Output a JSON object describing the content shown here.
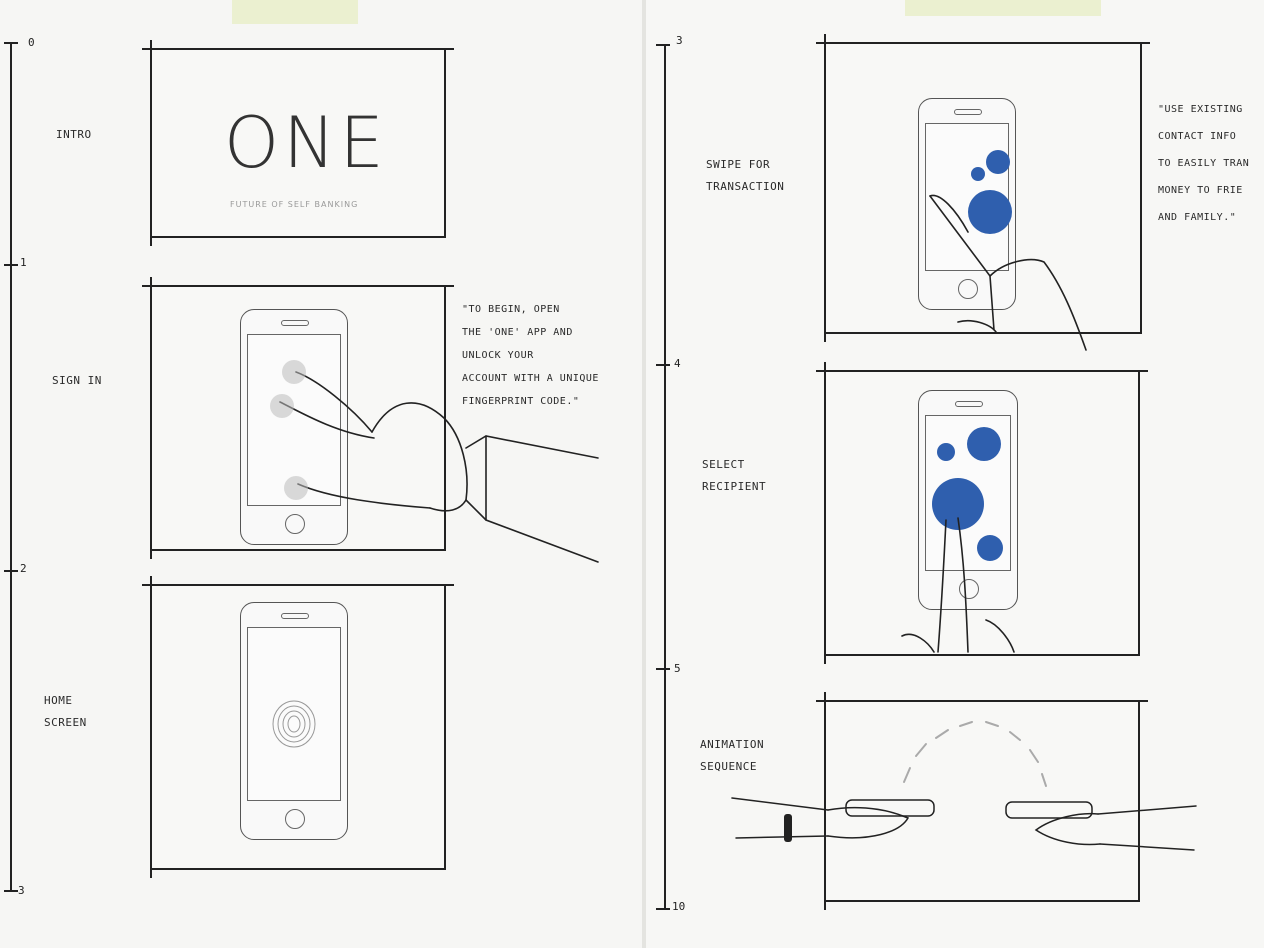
{
  "timeline": {
    "left_marks": [
      "0",
      "1",
      "2",
      "3"
    ],
    "right_marks": [
      "3",
      "4",
      "5",
      "10"
    ]
  },
  "frames": [
    {
      "label": "INTRO",
      "logo": "ONE",
      "subtitle": "FUTURE OF SELF BANKING"
    },
    {
      "label": "SIGN IN",
      "note": "\"TO BEGIN, OPEN\nTHE 'ONE' APP AND\nUNLOCK YOUR\nACCOUNT WITH A UNIQUE\nFINGERPRINT CODE.\""
    },
    {
      "label": "HOME\nSCREEN"
    },
    {
      "label": "SWIPE FOR\nTRANSACTION",
      "note": "\"USE EXISTING\nCONTACT INFO\nTO EASILY TRAN\nMONEY TO FRIE\nAND FAMILY.\""
    },
    {
      "label": "SELECT\nRECIPIENT"
    },
    {
      "label": "ANIMATION\nSEQUENCE"
    }
  ],
  "colors": {
    "bubble": "#2f5fae",
    "bubble_light": "#4a78c0",
    "ink": "#222222",
    "paper": "#f6f6f4"
  }
}
